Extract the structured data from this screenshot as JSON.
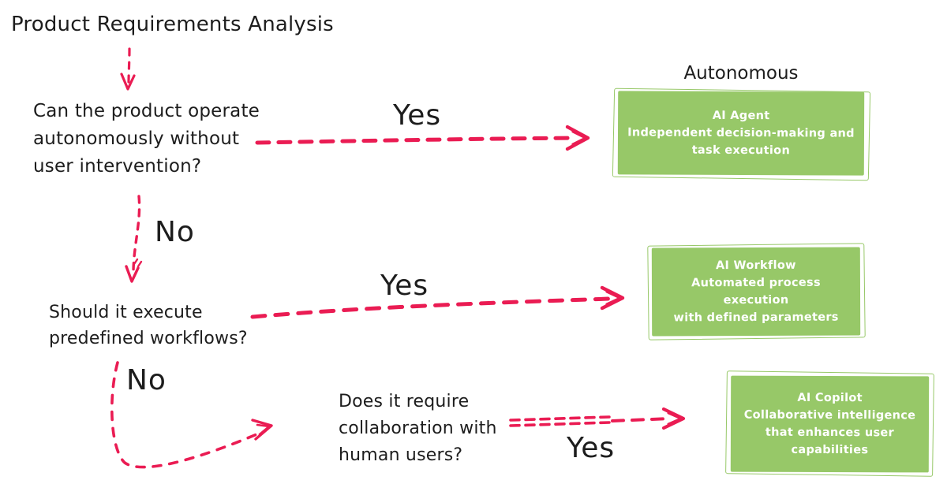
{
  "title": "Product Requirements Analysis",
  "category_label": "Autonomous",
  "colors": {
    "arrow": "#ea1c53",
    "box_fill": "#97c868",
    "box_text": "#ffffff",
    "ink": "#1d1d1d"
  },
  "questions": [
    {
      "lines": [
        "Can the product operate",
        "autonomously without",
        "user intervention?"
      ]
    },
    {
      "lines": [
        "Should it execute",
        "predefined workflows?"
      ]
    },
    {
      "lines": [
        "Does it require",
        "collaboration with",
        "human users?"
      ]
    }
  ],
  "edge_labels": {
    "yes1": "Yes",
    "no1": "No",
    "yes2": "Yes",
    "no2": "No",
    "yes3": "Yes"
  },
  "outcomes": [
    {
      "name": "AI Agent",
      "description_lines": [
        "Independent decision-making and",
        "task execution"
      ]
    },
    {
      "name": "AI Workflow",
      "description_lines": [
        "Automated process execution",
        "with defined parameters"
      ]
    },
    {
      "name": "AI Copilot",
      "description_lines": [
        "Collaborative intelligence",
        "that enhances user",
        "capabilities"
      ]
    }
  ]
}
